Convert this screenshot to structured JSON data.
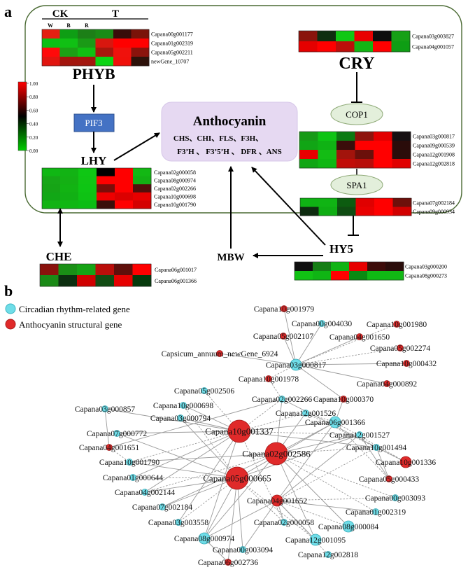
{
  "panel_a": {
    "label": "a",
    "phyb": {
      "title": "PHYB",
      "group_ck": "CK",
      "group_t": "T",
      "col_labels": [
        "W",
        "B",
        "R"
      ],
      "genes": [
        "Capana00g001177",
        "Capana01g002319",
        "Capana05g002211",
        "newGene_10707"
      ],
      "heat": [
        [
          "#e31f12",
          "#0e9e14",
          "#1c7f17",
          "#1a8b16",
          "#3a0d0a",
          "#7a1309"
        ],
        [
          "#0ac014",
          "#10c014",
          "#1a9a16",
          "#d8170f",
          "#ff0000",
          "#ff0000"
        ],
        [
          "#ff0a0a",
          "#1ca015",
          "#10c012",
          "#a8160d",
          "#f0110c",
          "#8a130c"
        ],
        [
          "#e1150f",
          "#a3150d",
          "#a3160e",
          "#0bd414",
          "#f0100a",
          "#2d120a"
        ]
      ]
    },
    "scale_ticks": [
      "1.00",
      "0.80",
      "0.60",
      "0.40",
      "0.20",
      "0.00"
    ],
    "pif3": "PIF3",
    "lhy": {
      "title": "LHY",
      "genes": [
        "Capana02g000058",
        "Capana08g000974",
        "Capana02g002266",
        "Capana10g000698",
        "Capana10g001790"
      ],
      "heat": [
        [
          "#10b714",
          "#12b314",
          "#0fc714",
          "#000000",
          "#ff0000",
          "#13b814"
        ],
        [
          "#17a617",
          "#14b014",
          "#10c514",
          "#ff0000",
          "#ff0000",
          "#13b014"
        ],
        [
          "#16a416",
          "#12b313",
          "#0ec514",
          "#7a0d09",
          "#ff0000",
          "#520f0c"
        ],
        [
          "#12a716",
          "#11b014",
          "#0ec214",
          "#ee0000",
          "#dc0000",
          "#e80000"
        ],
        [
          "#12b314",
          "#0fb713",
          "#0bbd13",
          "#3a0f0a",
          "#ff0000",
          "#d40000"
        ]
      ]
    },
    "che": {
      "title": "CHE",
      "genes": [
        "Capana06g001017",
        "Capana06g001366"
      ],
      "heat": [
        [
          "#8a120c",
          "#1a8f16",
          "#16a315",
          "#ba0e0a",
          "#5f0f0b",
          "#ff0000"
        ],
        [
          "#1a8a16",
          "#0c2f10",
          "#d00000",
          "#114c13",
          "#e60000",
          "#063a0d"
        ]
      ]
    },
    "anthocyanin": {
      "title": "Anthocyanin",
      "genes_line1": "CHS、CHI、FLS、F3H、",
      "genes_line2": "F3’H 、 F3’5’H 、 DFR 、ANS"
    },
    "cry": {
      "title": "CRY",
      "genes": [
        "Capana03g003827",
        "Capana04g001057"
      ],
      "heat": [
        [
          "#8a140c",
          "#0f2e10",
          "#10c714",
          "#e90000",
          "#0d0d0d",
          "#16a016"
        ],
        [
          "#e50000",
          "#ff0000",
          "#bd0e0a",
          "#13b514",
          "#ff0000",
          "#0e9e14"
        ]
      ]
    },
    "cop1": {
      "title": "COP1",
      "genes": [
        "Capana03g000817",
        "Capana09g000539",
        "Capana12g001908",
        "Capana12g002818"
      ],
      "heat": [
        [
          "#179a16",
          "#0ec414",
          "#0b7a12",
          "#8e140d",
          "#e30000",
          "#171012"
        ],
        [
          "#11a515",
          "#0fb214",
          "#3b0d0b",
          "#ff0000",
          "#ff0000",
          "#2a0c0a"
        ],
        [
          "#e90000",
          "#13bc14",
          "#a2140c",
          "#6b100b",
          "#ff0000",
          "#2b0d0a"
        ],
        [
          "#10a614",
          "#0fb713",
          "#c10c08",
          "#b80d09",
          "#ff0000",
          "#e00000"
        ]
      ]
    },
    "spa1": {
      "title": "SPA1",
      "genes": [
        "Capana07g002184",
        "Capana09g000934"
      ],
      "heat": [
        [
          "#0fb314",
          "#10b414",
          "#0c5c10",
          "#e00000",
          "#ff0000",
          "#6e100b"
        ],
        [
          "#0e2c10",
          "#0fad13",
          "#0f4c12",
          "#e80000",
          "#ff0000",
          "#d20000"
        ]
      ]
    },
    "hy5": {
      "title": "HY5",
      "genes": [
        "Capana03g000200",
        "Capana08g000273"
      ],
      "heat": [
        [
          "#0f0f0f",
          "#147d14",
          "#10b314",
          "#e70000",
          "#3d0c0a",
          "#2a0d0b"
        ],
        [
          "#11c114",
          "#0fb514",
          "#ff0000",
          "#0a8a12",
          "#0fb914",
          "#11b814"
        ]
      ]
    },
    "mbw": "MBW"
  },
  "panel_b": {
    "label": "b",
    "legend": [
      {
        "label": "Circadian rhythm-related gene",
        "color": "#6fdde8"
      },
      {
        "label": "Anthocyanin structural gene",
        "color": "#e02a2a"
      }
    ],
    "nodes": [
      {
        "id": "Capana10g001979",
        "type": "anthocyanin",
        "size": "small"
      },
      {
        "id": "Capana00g004030",
        "type": "circadian",
        "size": "small"
      },
      {
        "id": "Capana10g001980",
        "type": "anthocyanin",
        "size": "small"
      },
      {
        "id": "Capana05g002107",
        "type": "anthocyanin",
        "size": "small"
      },
      {
        "id": "Capana04g001650",
        "type": "anthocyanin",
        "size": "small"
      },
      {
        "id": "Capana05g002274",
        "type": "anthocyanin",
        "size": "small"
      },
      {
        "id": "Capsicum_annuum_newGene_6924",
        "type": "anthocyanin",
        "size": "small"
      },
      {
        "id": "Capana03g000817",
        "type": "circadian",
        "size": "medium"
      },
      {
        "id": "Capana10g000432",
        "type": "anthocyanin",
        "size": "small"
      },
      {
        "id": "Capana10g001978",
        "type": "anthocyanin",
        "size": "small"
      },
      {
        "id": "Capana04g000892",
        "type": "anthocyanin",
        "size": "small"
      },
      {
        "id": "Capana05g002506",
        "type": "circadian",
        "size": "small"
      },
      {
        "id": "Capana02g002266",
        "type": "circadian",
        "size": "small"
      },
      {
        "id": "Capana10g000370",
        "type": "anthocyanin",
        "size": "small"
      },
      {
        "id": "Capana10g000698",
        "type": "circadian",
        "size": "small"
      },
      {
        "id": "Capana12g001526",
        "type": "circadian",
        "size": "small"
      },
      {
        "id": "Capana03g000857",
        "type": "circadian",
        "size": "small"
      },
      {
        "id": "Capana03g000794",
        "type": "circadian",
        "size": "small"
      },
      {
        "id": "Capana06g001366",
        "type": "circadian",
        "size": "medium"
      },
      {
        "id": "Capana10g001337",
        "type": "anthocyanin",
        "size": "large"
      },
      {
        "id": "Capana07g000772",
        "type": "circadian",
        "size": "small"
      },
      {
        "id": "Capana12g001527",
        "type": "circadian",
        "size": "small"
      },
      {
        "id": "Capana04g001651",
        "type": "anthocyanin",
        "size": "small"
      },
      {
        "id": "Capana10g001494",
        "type": "circadian",
        "size": "small"
      },
      {
        "id": "Capana02g002586",
        "type": "anthocyanin",
        "size": "large"
      },
      {
        "id": "Capana10g001790",
        "type": "circadian",
        "size": "small"
      },
      {
        "id": "Capana10g001336",
        "type": "anthocyanin",
        "size": "medium"
      },
      {
        "id": "Capana01g000644",
        "type": "circadian",
        "size": "small"
      },
      {
        "id": "Capana05g000665",
        "type": "anthocyanin",
        "size": "large"
      },
      {
        "id": "Capana05g000433",
        "type": "anthocyanin",
        "size": "small"
      },
      {
        "id": "Capana04g002144",
        "type": "circadian",
        "size": "small"
      },
      {
        "id": "Capana04g001652",
        "type": "anthocyanin",
        "size": "medium"
      },
      {
        "id": "Capana00g003093",
        "type": "circadian",
        "size": "small"
      },
      {
        "id": "Capana07g002184",
        "type": "circadian",
        "size": "small"
      },
      {
        "id": "Capana01g002319",
        "type": "circadian",
        "size": "small"
      },
      {
        "id": "Capana02g000058",
        "type": "circadian",
        "size": "small"
      },
      {
        "id": "Capana03g003558",
        "type": "circadian",
        "size": "small"
      },
      {
        "id": "Capana08g000084",
        "type": "circadian",
        "size": "medium"
      },
      {
        "id": "Capana08g000974",
        "type": "circadian",
        "size": "medium"
      },
      {
        "id": "Capana12g001095",
        "type": "circadian",
        "size": "medium"
      },
      {
        "id": "Capana00g003094",
        "type": "circadian",
        "size": "small"
      },
      {
        "id": "Capana12g002818",
        "type": "circadian",
        "size": "small"
      },
      {
        "id": "Capana06g002736",
        "type": "anthocyanin",
        "size": "small"
      }
    ]
  }
}
